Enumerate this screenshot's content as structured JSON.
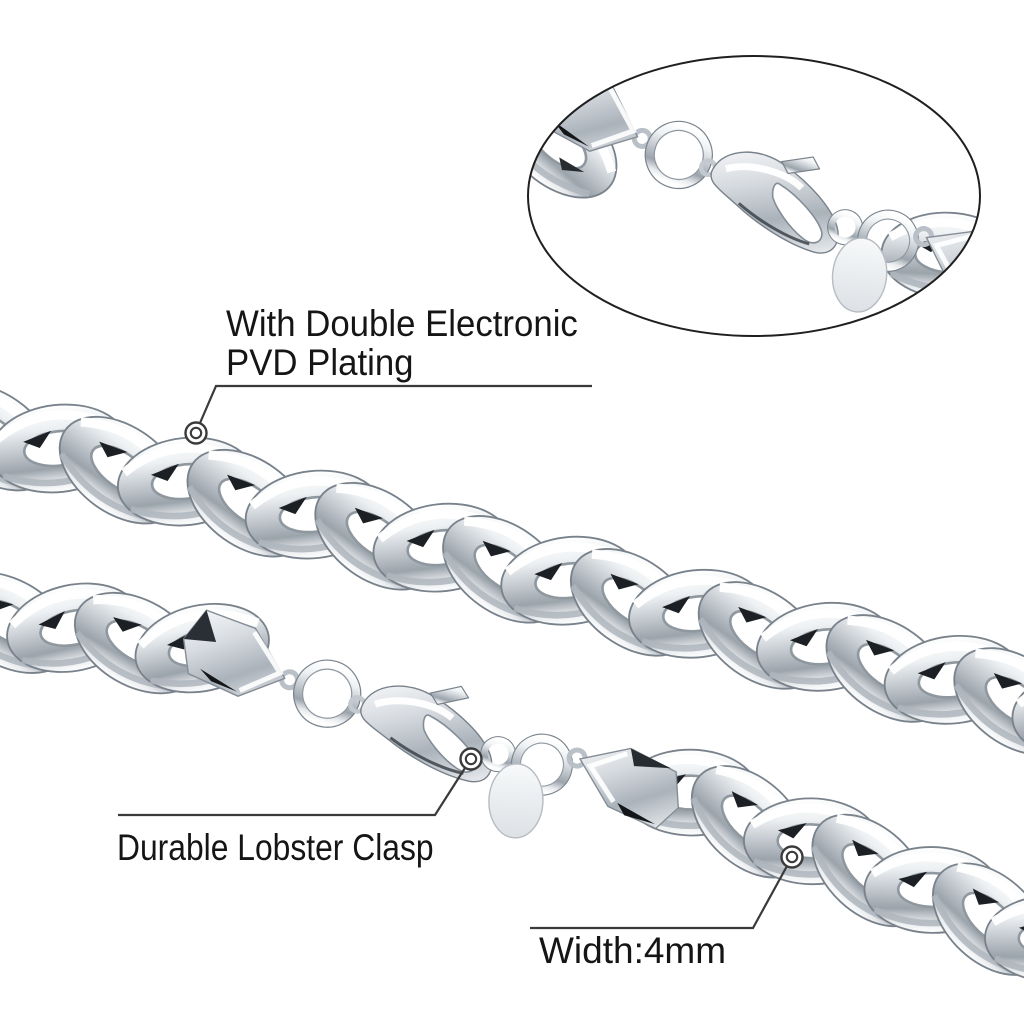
{
  "annotations": {
    "plating": {
      "line1": "With Double Electronic",
      "line2": "PVD Plating"
    },
    "clasp": {
      "label": "Durable Lobster Clasp"
    },
    "width": {
      "label": "Width:4mm"
    }
  },
  "colors": {
    "background": "#ffffff",
    "label_text": "#151515",
    "callout_line": "#3a3a3a",
    "detail_oval_border": "#1f1f1f",
    "metal_highlight": "#ffffff",
    "metal_mid": "#c2c8ce",
    "metal_deep": "#9ba3ab",
    "metal_shadow": "#16181a"
  }
}
